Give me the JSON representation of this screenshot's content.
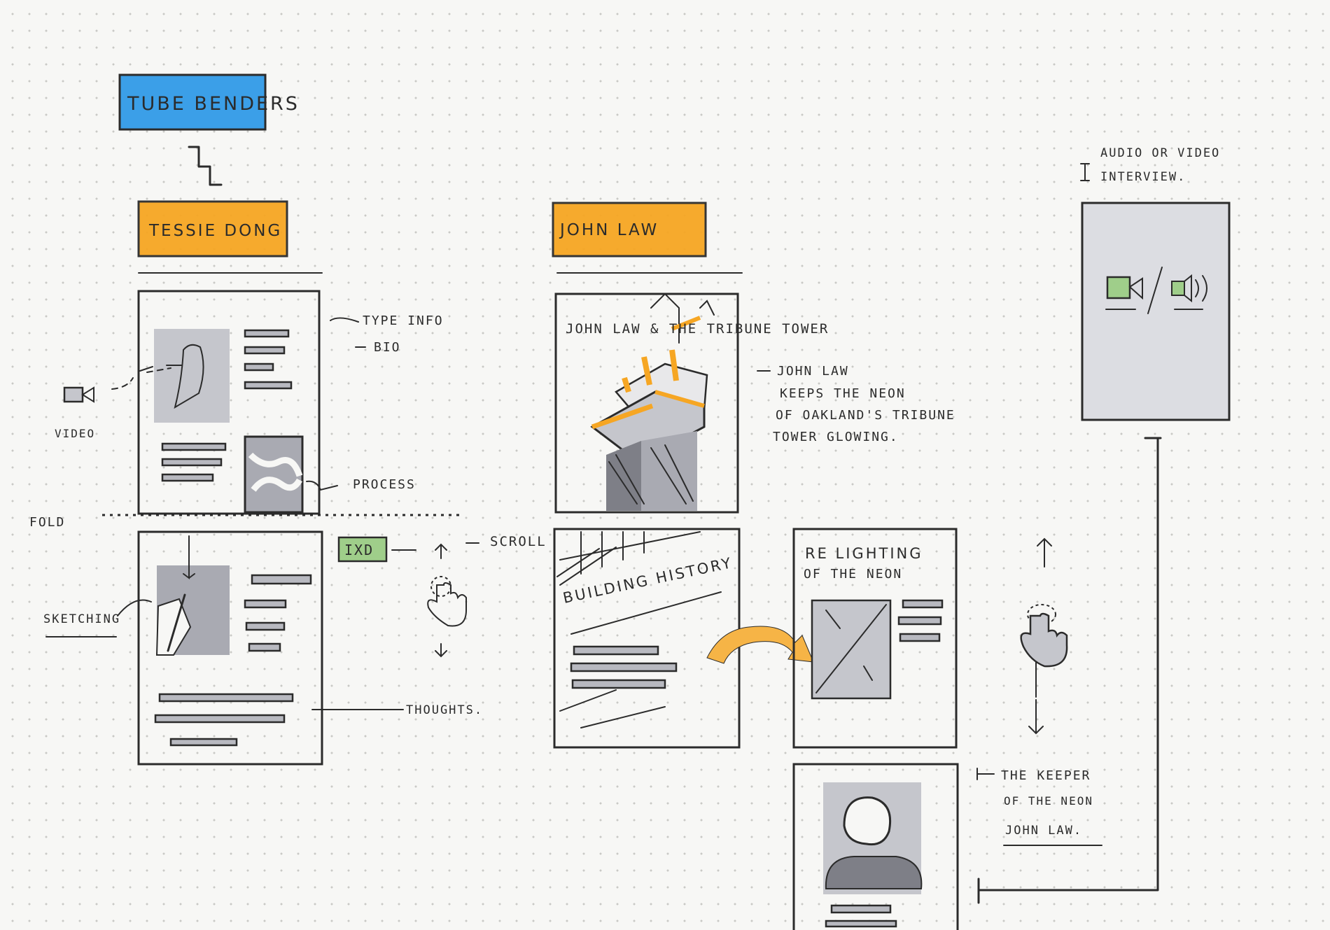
{
  "labels": {
    "project": "TUBE BENDERS",
    "column1_title": "TESSIE DONG",
    "column2_title": "JOHN LAW",
    "type_info": "TYPE INFO",
    "bio": "BIO",
    "video": "VIDEO",
    "process": "PROCESS",
    "fold": "FOLD",
    "ixd_badge": "IXD",
    "scroll": "SCROLL",
    "sketching": "SKETCHING",
    "thoughts": "THOUGHTS.",
    "tribune_title": "JOHN LAW & THE TRIBUNE TOWER",
    "john_law_note_1": "JOHN LAW",
    "john_law_note_2": "KEEPS THE NEON",
    "john_law_note_3": "OF OAKLAND'S TRIBUNE",
    "john_law_note_4": "TOWER GLOWING.",
    "building_history": "BUILDING HISTORY",
    "relighting_1": "RE LIGHTING",
    "relighting_2": "OF THE NEON",
    "audio_1": "AUDIO OR VIDEO",
    "audio_2": "INTERVIEW.",
    "keeper_1": "THE KEEPER",
    "keeper_2": "OF THE NEON",
    "keeper_3": "JOHN LAW."
  },
  "colors": {
    "blue_marker": "#3b9fe8",
    "orange_marker": "#f6a623",
    "green_marker": "#9fce8a",
    "gray_marker": "#c5c6cc",
    "ink": "#2b2b2b"
  },
  "icons": [
    "video-camera-icon",
    "hand-pointer-icon",
    "speaker-icon",
    "arrow-icon"
  ]
}
